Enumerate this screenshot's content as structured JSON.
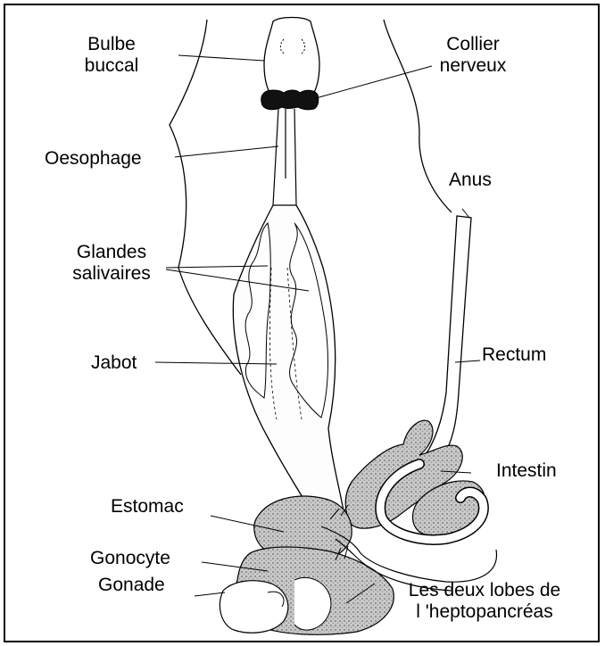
{
  "labels": {
    "bulbe_l1": "Bulbe",
    "bulbe_l2": "buccal",
    "collier_l1": "Collier",
    "collier_l2": "nerveux",
    "oesophage": "Oesophage",
    "anus": "Anus",
    "glandes_l1": "Glandes",
    "glandes_l2": "salivaires",
    "jabot": "Jabot",
    "rectum": "Rectum",
    "intestin": "Intestin",
    "estomac": "Estomac",
    "gonocyte": "Gonocyte",
    "gonade": "Gonade",
    "lobes_l1": "Les deux lobes de",
    "lobes_l2": "l 'heptopancréas"
  },
  "colors": {
    "ink": "#000000",
    "organ_fill": "#f2f2f2",
    "stipple": "#b5b5b5",
    "background": "#ffffff"
  }
}
